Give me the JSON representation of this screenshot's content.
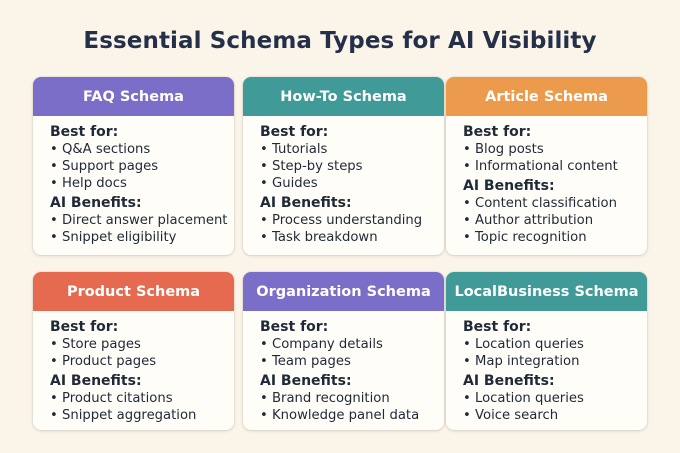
{
  "title": "Essential Schema Types for AI Visibility",
  "labels": {
    "best_for": "Best for:",
    "ai_benefits": "AI Benefits:"
  },
  "cards": [
    {
      "name": "FAQ Schema",
      "color": "#7b6ec8",
      "best_for": [
        "Q&A sections",
        "Support pages",
        "Help docs"
      ],
      "benefits": [
        "Direct answer placement",
        "Snippet eligibility"
      ]
    },
    {
      "name": "How-To Schema",
      "color": "#3f9a98",
      "best_for": [
        "Tutorials",
        "Step-by steps",
        "Guides"
      ],
      "benefits": [
        "Process understanding",
        "Task breakdown"
      ]
    },
    {
      "name": "Article Schema",
      "color": "#ec9a4c",
      "best_for": [
        "Blog posts",
        "Informational content"
      ],
      "benefits": [
        "Content classification",
        "Author attribution",
        "Topic recognition"
      ]
    },
    {
      "name": "Product Schema",
      "color": "#e66a4f",
      "best_for": [
        "Store pages",
        "Product pages"
      ],
      "benefits": [
        "Product citations",
        "Snippet aggregation"
      ]
    },
    {
      "name": "Organization Schema",
      "color": "#7b6ec8",
      "best_for": [
        "Company details",
        "Team pages"
      ],
      "benefits": [
        "Brand recognition",
        "Knowledge panel data"
      ]
    },
    {
      "name": "LocalBusiness Schema",
      "color": "#3f9a98",
      "best_for": [
        "Location queries",
        "Map integration"
      ],
      "benefits": [
        "Location queries",
        "Voice search"
      ]
    }
  ]
}
